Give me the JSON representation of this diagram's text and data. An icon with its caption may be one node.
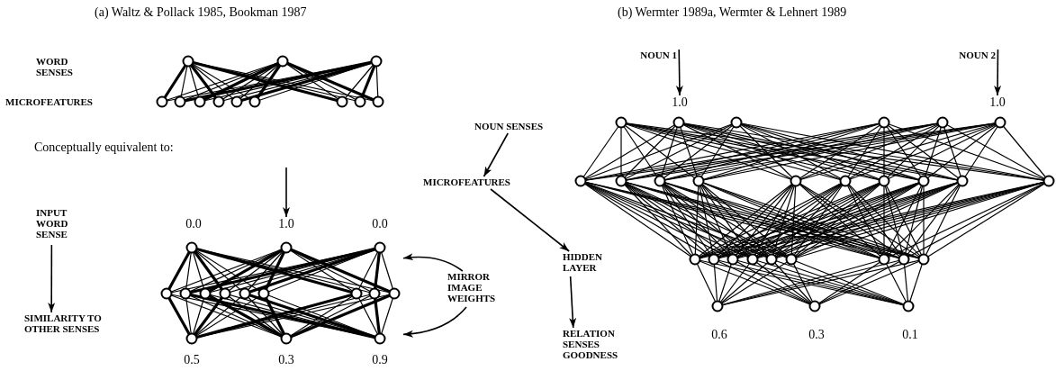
{
  "diagram": {
    "nodes": [
      {
        "text": [
          "INPUT WORD SENSE"
        ]
      },
      {
        "text": [
          "SIMILARITY TO OTHER SENSES"
        ]
      },
      {
        "text": [
          "MIRROR IMAGE WEIGHTS"
        ]
      },
      {
        "text": [],
        "shape": "picture"
      },
      {
        "text": [
          "1.0"
        ]
      },
      {
        "text": [
          "NOUN 1"
        ]
      },
      {
        "text": [
          "1.0"
        ]
      },
      {
        "text": [
          "NOUN 2"
        ]
      },
      {
        "text": [
          "1.0"
        ]
      },
      {
        "text": [
          "NOUN SENSES"
        ]
      },
      {
        "text": [
          "MICROFEATURES"
        ]
      },
      {
        "text": [
          "HIDDEN LAYER"
        ]
      },
      {
        "text": [
          "RELATION SENSES GOODNESS"
        ]
      }
    ],
    "edges": [
      {
        "from": null,
        "to": 4,
        "arrow": "to"
      },
      {
        "from": 0,
        "to": 1,
        "arrow": "to"
      },
      {
        "from": 2,
        "to": 3,
        "arrow": "to"
      },
      {
        "from": 2,
        "to": 3,
        "arrow": "to"
      },
      {
        "from": 5,
        "to": 6,
        "arrow": "to"
      },
      {
        "from": 7,
        "to": 8,
        "arrow": "to"
      },
      {
        "from": 9,
        "to": 10,
        "arrow": "to"
      },
      {
        "from": 10,
        "to": 11,
        "arrow": "to"
      },
      {
        "from": 11,
        "to": 12,
        "arrow": "to"
      }
    ],
    "labels": [
      "(a) Waltz & Pollack 1985, Bookman 1987",
      "(b) Wermter 1989a, Wermter & Lehnert 1989",
      "WORD SENSES",
      "MICROFEATURES",
      "Conceptually equivalent to:",
      "0.0",
      "0.0",
      "0.5",
      "0.3",
      "0.9",
      "0.6",
      "0.3",
      "0.1"
    ]
  }
}
